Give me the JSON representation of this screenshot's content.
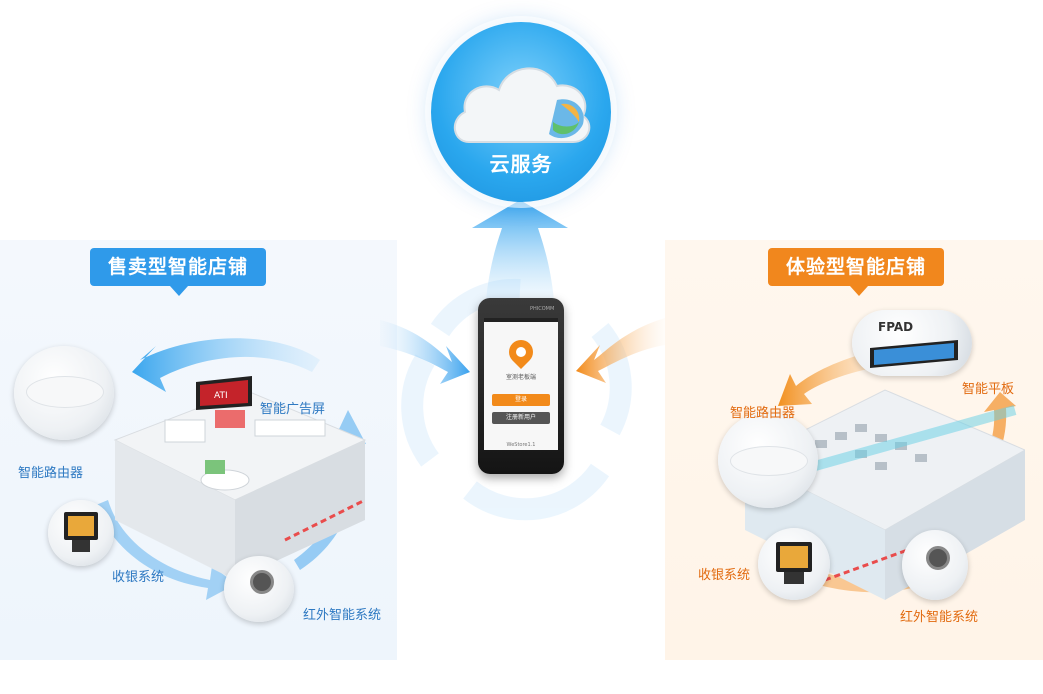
{
  "cloud": {
    "label": "云服务"
  },
  "left": {
    "title": "售卖型智能店铺",
    "labels": {
      "ad_screen": "智能广告屏",
      "router": "智能路由器",
      "cashier": "收银系统",
      "infrared": "红外智能系统"
    }
  },
  "right": {
    "title": "体验型智能店铺",
    "tablet_brand": "FPAD",
    "labels": {
      "router": "智能路由器",
      "tablet": "智能平板",
      "cashier": "收银系统",
      "infrared": "红外智能系统"
    }
  },
  "phone": {
    "brand": "PHICOMM",
    "app_name": "室测老板端",
    "button1": "登录",
    "button2": "注册新用户",
    "footer": "WeStore1.1"
  },
  "colors": {
    "blue": "#2f9aea",
    "orange": "#f1871d",
    "cloud": "#2aa7ee"
  }
}
